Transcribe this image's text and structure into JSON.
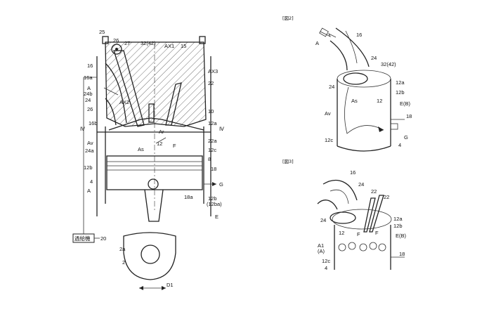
{
  "fig1": {
    "labels": {
      "l25": "25",
      "l26": "26",
      "l27": "27",
      "l32": "32(42)",
      "lAX1": "AX1",
      "l15": "15",
      "l16": "16",
      "l16a": "16a",
      "lA1": "A",
      "l24b": "24b",
      "l24": "24",
      "lAX2": "AX2",
      "l26b": "26",
      "lAX3": "AX3",
      "l22": "22",
      "l10": "10",
      "l16b": "16b",
      "lIV1": "Ⅳ",
      "lAr": "Ar",
      "l12a": "12a",
      "lIV2": "Ⅳ",
      "lAv": "Av",
      "lF": "F",
      "l22a": "22a",
      "l24a": "24a",
      "lAs": "As",
      "l12": "12",
      "l12c": "12c",
      "l8": "8",
      "l12b": "12b",
      "l18": "18",
      "l4": "4",
      "lG": "G",
      "lA2": "A",
      "l18a": "18a",
      "l12b2": "12b",
      "l12ba": "(12ba)",
      "lE": "E",
      "box": "過給機",
      "l20": "20",
      "l2a": "2a",
      "l2": "2",
      "lD1": "D1"
    }
  },
  "fig2": {
    "title": "[図2]",
    "labels": {
      "l16": "16",
      "lA": "A",
      "l24a": "24",
      "l32": "32(42)",
      "l24b": "24",
      "l12a": "12a",
      "l12b": "12b",
      "lAs": "As",
      "l12": "12",
      "lEB": "E(B)",
      "lAv": "Av",
      "l18": "18",
      "lG": "G",
      "l12c": "12c",
      "l4": "4"
    }
  },
  "fig3": {
    "title": "[図3]",
    "labels": {
      "l16": "16",
      "l24a": "24",
      "l22a": "22",
      "l22b": "22",
      "l24b": "24",
      "l12a": "12a",
      "l12b": "12b",
      "l12": "12",
      "lF1": "F",
      "lF2": "F",
      "lEB": "E(B)",
      "lA1": "A1",
      "lAp": "(A)",
      "l18": "18",
      "l12c": "12c",
      "l4": "4"
    }
  }
}
